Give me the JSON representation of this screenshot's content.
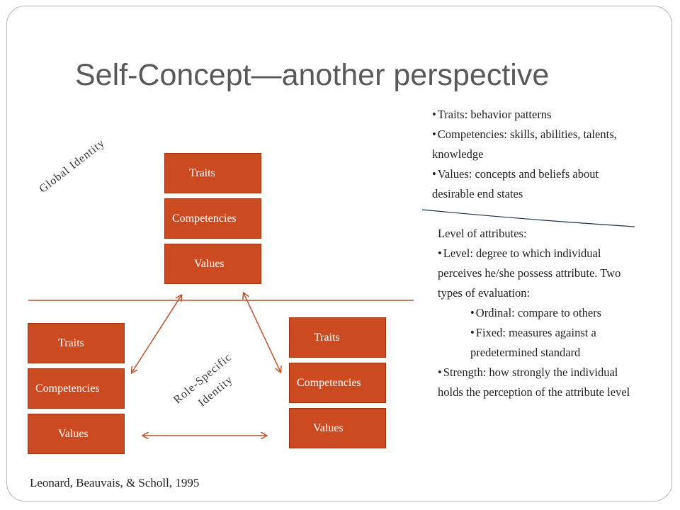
{
  "title": "Self-Concept—another perspective",
  "diagram": {
    "global_label": "Global Identity",
    "role_label_line1": "Role-Specific",
    "role_label_line2": "Identity",
    "global_stack": [
      "Traits",
      "Competencies",
      "Values"
    ],
    "left_stack": [
      "Traits",
      "Competencies",
      "Values"
    ],
    "right_stack": [
      "Traits",
      "Competencies",
      "Values"
    ],
    "box_color": "#cc4a1f",
    "arrow_color": "#c0502a"
  },
  "notes_top": [
    "Traits: behavior patterns",
    "Competencies: skills, abilities, talents, knowledge",
    "Values: concepts and beliefs about desirable end states"
  ],
  "notes_bottom": {
    "heading": "Level of attributes:",
    "level": "Level: degree to which individual perceives he/she possess attribute. Two types of evaluation:",
    "ordinal": "Ordinal: compare to others",
    "fixed": "Fixed: measures against a predetermined standard",
    "strength": "Strength: how strongly the individual holds the perception of the attribute level"
  },
  "citation": "Leonard, Beauvais, & Scholl, 1995"
}
